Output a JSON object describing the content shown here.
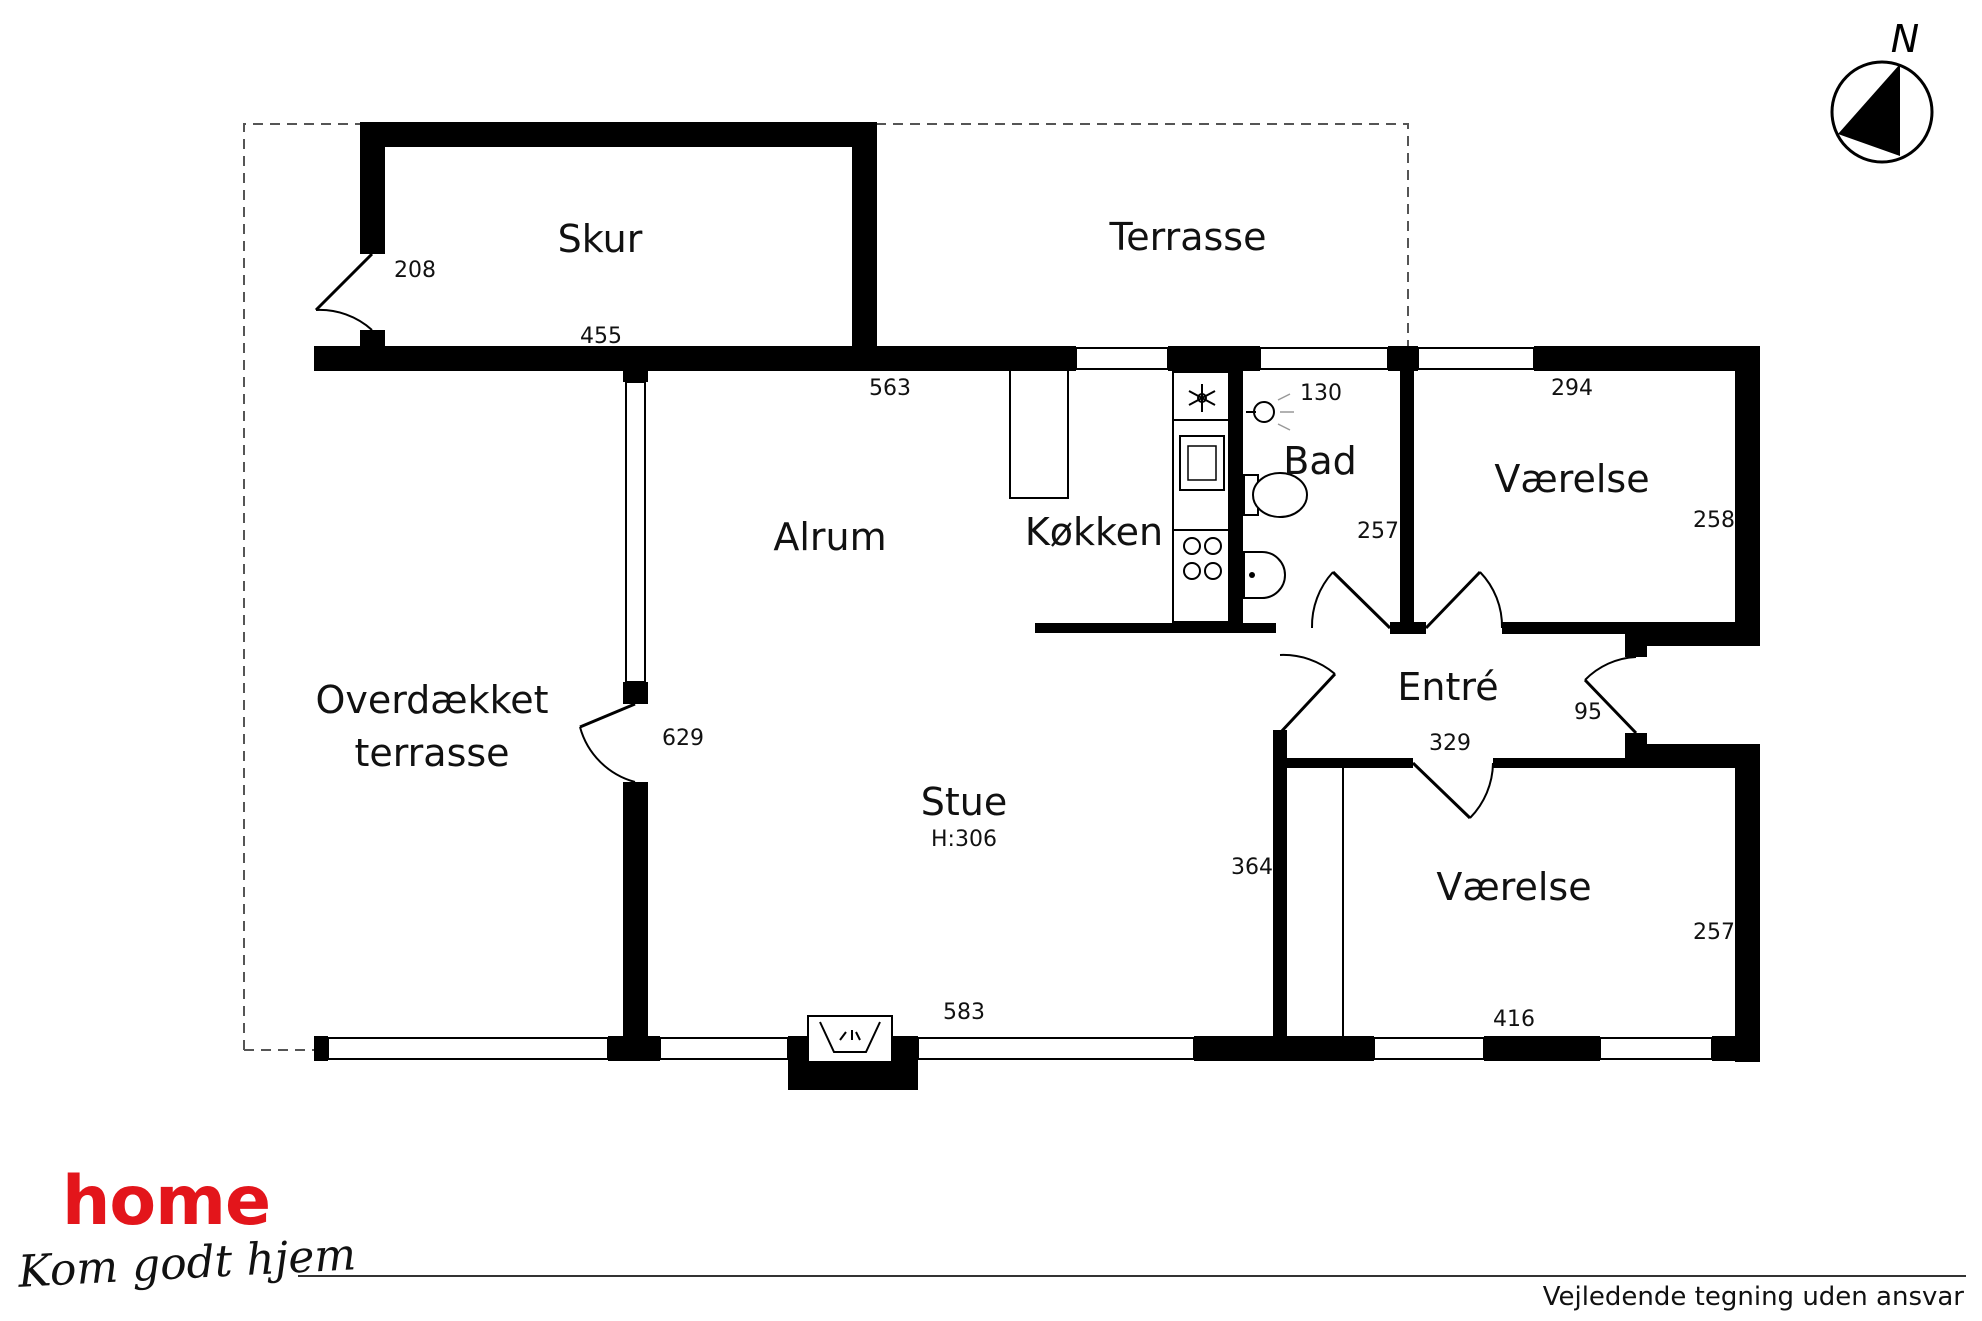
{
  "rooms": {
    "skur": "Skur",
    "terrasse": "Terrasse",
    "alrum": "Alrum",
    "koekken": "Køkken",
    "bad": "Bad",
    "vaerelse_top": "Værelse",
    "vaerelse_bottom": "Værelse",
    "overdaekket_line1": "Overdækket",
    "overdaekket_line2": "terrasse",
    "entre": "Entré",
    "stue": "Stue",
    "stue_height": "H:306"
  },
  "dimensions": {
    "skur_depth": "208",
    "skur_width": "455",
    "alrum_width": "563",
    "bad_width": "130",
    "bad_depth": "257",
    "vaerelse_top_width": "294",
    "vaerelse_top_depth": "258",
    "stue_depth": "629",
    "entre_depth": "95",
    "entre_width": "329",
    "stue_side": "364",
    "vaerelse_bottom_depth": "257",
    "stue_width": "583",
    "vaerelse_bottom_width": "416"
  },
  "compass": {
    "label": "N"
  },
  "brand": {
    "name": "home",
    "tagline": "Kom godt hjem",
    "color": "#e3151b"
  },
  "footer": {
    "disclaimer": "Vejledende tegning uden ansvar"
  }
}
